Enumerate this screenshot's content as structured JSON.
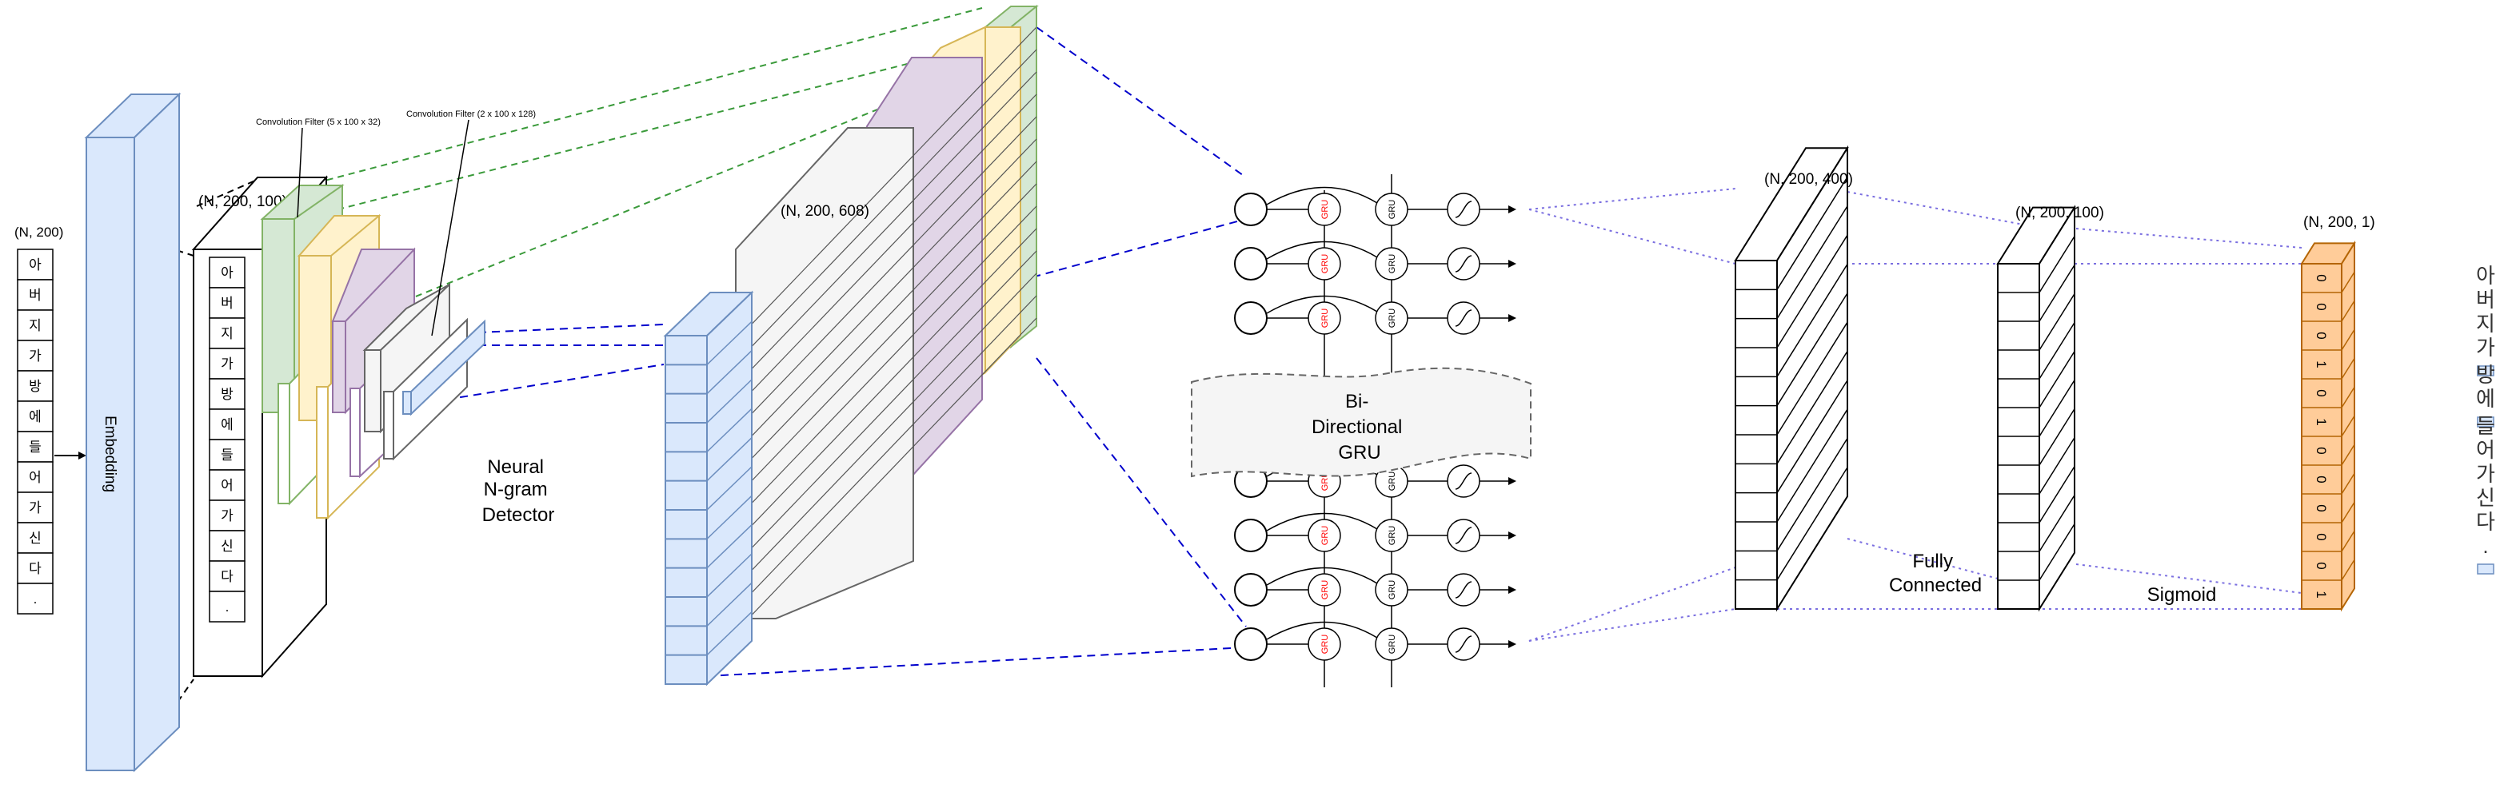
{
  "colors": {
    "blue_fill": "#dae8fc",
    "blue_stroke": "#6c8ebf",
    "green_fill": "#d5e8d4",
    "green_stroke": "#82b366",
    "yellow_fill": "#fff2cc",
    "yellow_stroke": "#d6b656",
    "purple_fill": "#e1d5e7",
    "purple_stroke": "#9673a6",
    "grey_fill": "#f5f5f5",
    "grey_stroke": "#666666",
    "orange_fill": "#ffcc99",
    "orange_stroke": "#b46504",
    "gru_text": "#ff0000",
    "link_blue": "#0000cc",
    "link_green": "#3a9a3a",
    "link_purple": "#7a6ee0"
  },
  "input": {
    "shape_label": "(N, 200)",
    "tokens": [
      "아",
      "버",
      "지",
      "가",
      "방",
      "에",
      "들",
      "어",
      "가",
      "신",
      "다",
      "."
    ]
  },
  "embedding": {
    "label": "Embedding",
    "shape_label": "(N, 200, 100)"
  },
  "conv": {
    "filter_5_label": "Convolution Filter (5 x 100 x 32)",
    "filter_2_label": "Convolution Filter (2 x 100 x 128)",
    "detector_label": [
      "Neural",
      "N-gram",
      "Detector"
    ]
  },
  "concat": {
    "shape_label": "(N, 200, 608)"
  },
  "gru": {
    "cell_label": "GRU",
    "bidirectional_label": [
      "Bi-",
      "Directional",
      "GRU"
    ]
  },
  "fc": {
    "shape_label_1": "(N, 200, 400)",
    "shape_label_2": "(N, 200, 100)",
    "label": [
      "Fully",
      "Connected"
    ]
  },
  "output": {
    "shape_label": "(N, 200, 1)",
    "label": "Sigmoid",
    "values": [
      "0",
      "0",
      "0",
      "1",
      "0",
      "1",
      "0",
      "0",
      "0",
      "0",
      "0",
      "1"
    ]
  },
  "result": {
    "chars": [
      "아",
      "버",
      "지",
      "가",
      "방",
      "에",
      "들",
      "어",
      "가",
      "신",
      "다",
      "."
    ],
    "space_marks": [
      false,
      false,
      false,
      true,
      false,
      true,
      false,
      false,
      false,
      false,
      false,
      true
    ]
  }
}
